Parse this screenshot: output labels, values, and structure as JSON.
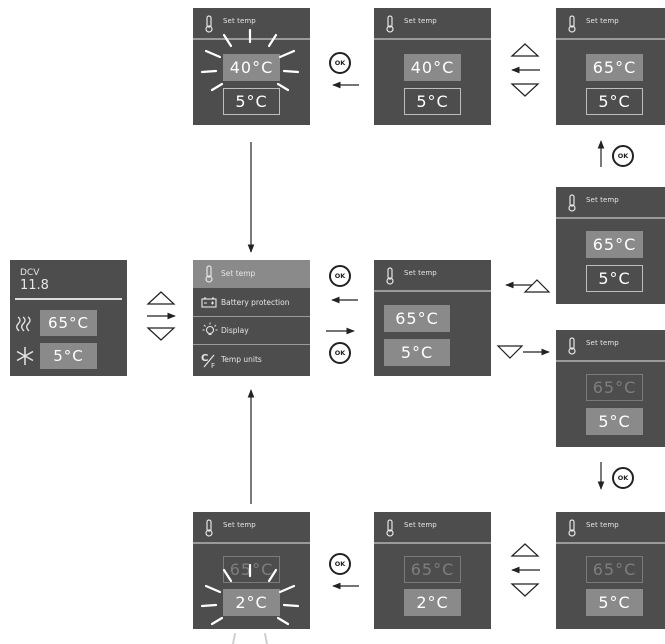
{
  "main_display": {
    "line1": "DCV",
    "line2": "11.8",
    "heat_temp": "65°C",
    "cool_temp": "5°C"
  },
  "menu": {
    "items": [
      "Set temp",
      "Battery protection",
      "Display",
      "Temp units"
    ]
  },
  "screens": {
    "set_temp_label": "Set temp",
    "s1": {
      "top": "40°C",
      "bottom": "5°C"
    },
    "s2": {
      "top": "40°C",
      "bottom": "5°C"
    },
    "s3": {
      "top": "65°C",
      "bottom": "5°C"
    },
    "s4": {
      "top": "65°C",
      "bottom": "5°C"
    },
    "s5": {
      "top": "65°C",
      "bottom": "5°C"
    },
    "s6": {
      "top": "65°C",
      "bottom": "5°C"
    },
    "s7": {
      "top": "65°C",
      "bottom": "5°C"
    },
    "s8": {
      "top": "65°C",
      "bottom": "2°C"
    },
    "s9": {
      "top": "65°C",
      "bottom": "2°C"
    }
  },
  "ok_label": "OK",
  "icons": [
    "thermometer-icon",
    "heat-waves-icon",
    "snowflake-icon",
    "battery-icon",
    "bulb-icon",
    "celsius-fahrenheit-icon",
    "up-triangle-icon",
    "down-triangle-icon",
    "arrow-icon",
    "blink-rays-icon"
  ]
}
